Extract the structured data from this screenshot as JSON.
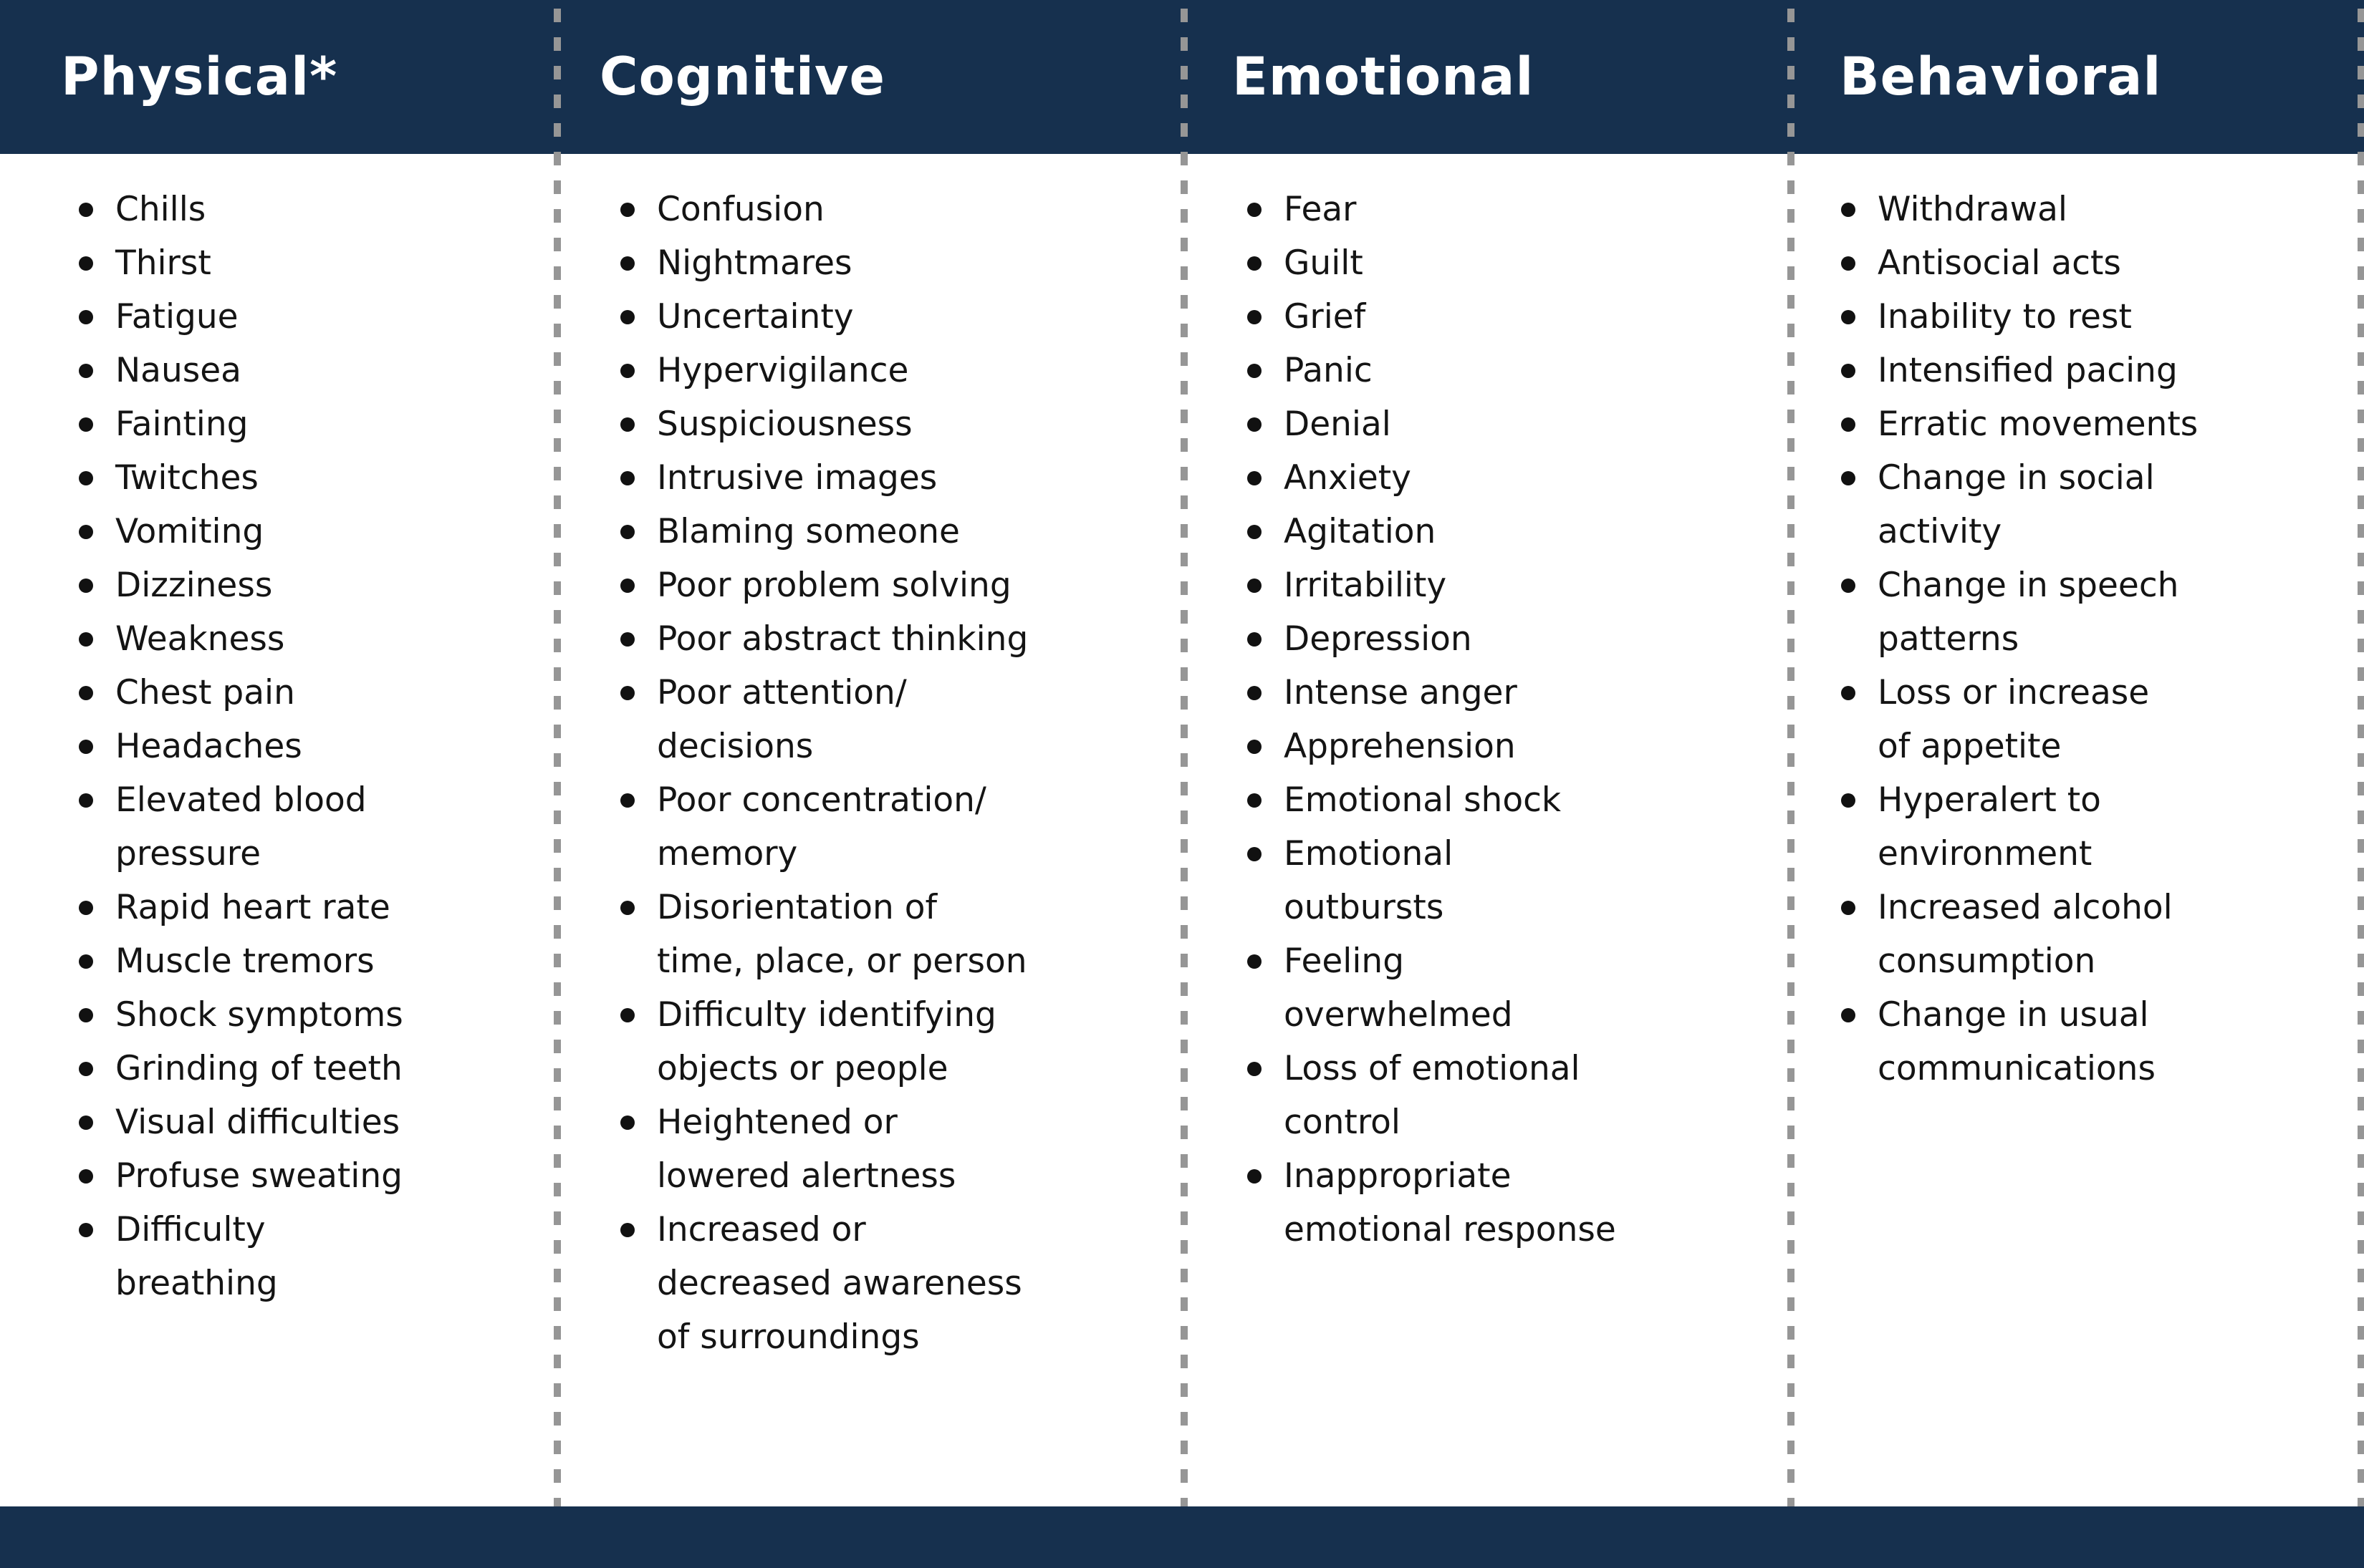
{
  "colors": {
    "header_bg": "#16304e",
    "footer_bg": "#16304e",
    "header_text": "#ffffff",
    "text": "#141414",
    "divider": "#969696",
    "page_bg": "#ffffff"
  },
  "table": {
    "columns": [
      {
        "title": "Physical*",
        "items": [
          "Chills",
          "Thirst",
          "Fatigue",
          "Nausea",
          "Fainting",
          "Twitches",
          "Vomiting",
          "Dizziness",
          "Weakness",
          "Chest pain",
          "Headaches",
          "Elevated blood\npressure",
          "Rapid heart rate",
          "Muscle tremors",
          "Shock symptoms",
          "Grinding of teeth",
          "Visual difficulties",
          "Profuse sweating",
          "Difficulty\nbreathing"
        ]
      },
      {
        "title": "Cognitive",
        "items": [
          "Confusion",
          "Nightmares",
          "Uncertainty",
          "Hypervigilance",
          "Suspiciousness",
          "Intrusive images",
          "Blaming someone",
          "Poor problem solving",
          "Poor abstract thinking",
          "Poor attention/\ndecisions",
          "Poor concentration/\nmemory",
          "Disorientation of\ntime, place, or person",
          "Difficulty identifying\nobjects or people",
          "Heightened or\nlowered alertness",
          "Increased or\ndecreased awareness\nof surroundings"
        ]
      },
      {
        "title": "Emotional",
        "items": [
          "Fear",
          "Guilt",
          "Grief",
          "Panic",
          "Denial",
          "Anxiety",
          "Agitation",
          "Irritability",
          "Depression",
          "Intense anger",
          "Apprehension",
          "Emotional shock",
          "Emotional\noutbursts",
          "Feeling\noverwhelmed",
          "Loss of emotional\ncontrol",
          "Inappropriate\nemotional response"
        ]
      },
      {
        "title": "Behavioral",
        "items": [
          "Withdrawal",
          "Antisocial acts",
          "Inability to rest",
          "Intensified pacing",
          "Erratic movements",
          "Change in social\nactivity",
          "Change in speech\npatterns",
          "Loss or increase\nof appetite",
          "Hyperalert to\nenvironment",
          "Increased alcohol\nconsumption",
          "Change in usual\ncommunications"
        ]
      }
    ]
  }
}
